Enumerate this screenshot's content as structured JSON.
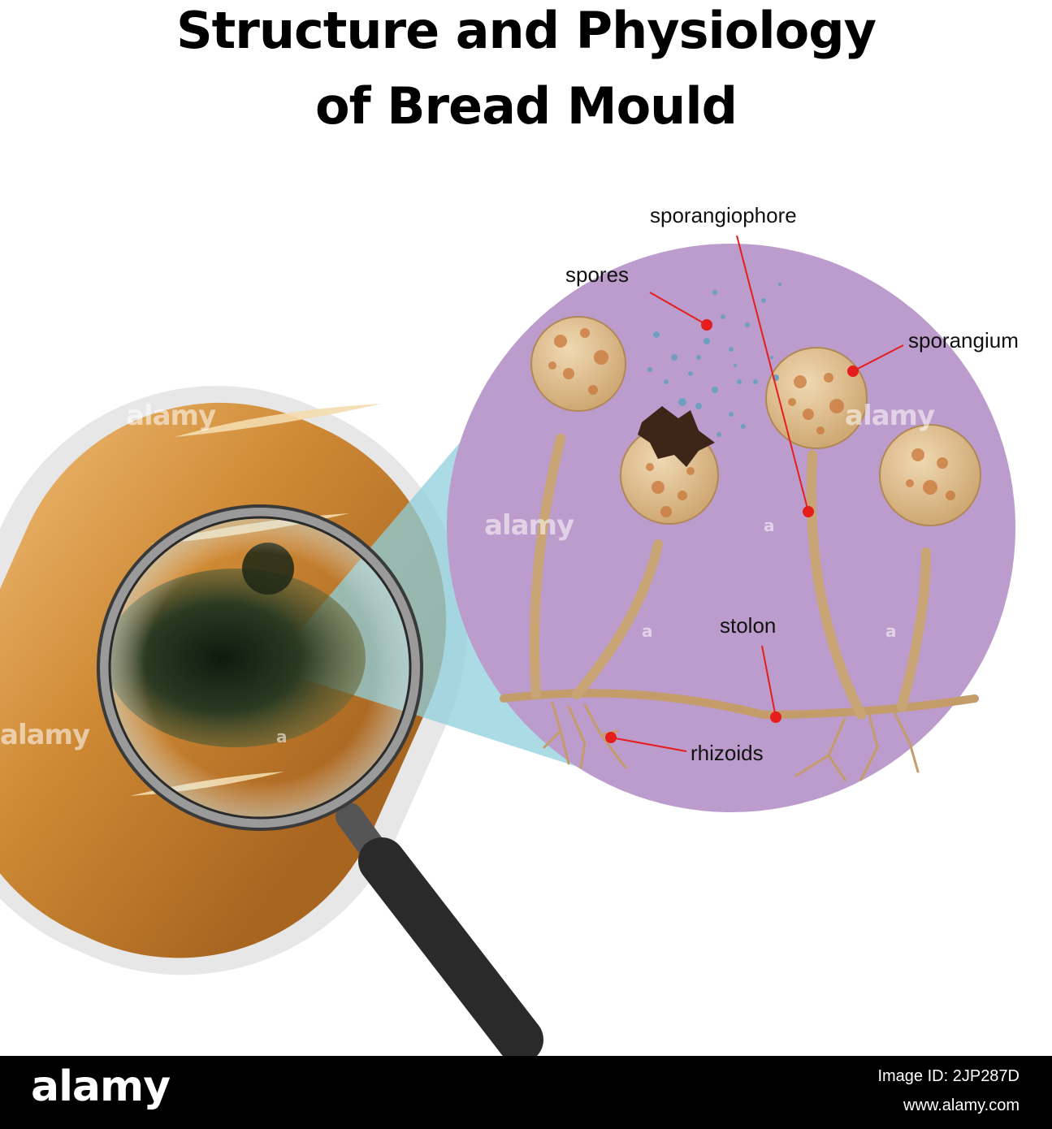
{
  "title": {
    "line1": "Structure and Physiology",
    "line2": "of Bread Mould"
  },
  "labels": {
    "sporangiophore": "sporangiophore",
    "spores": "spores",
    "sporangium": "sporangium",
    "stolon": "stolon",
    "rhizoids": "rhizoids"
  },
  "colors": {
    "bread": "#c8802f",
    "mould": "#1f2a1a",
    "magnified_circle": "#bc9ccc",
    "beam": "#7fc6d6",
    "fungus": "#d8b98c",
    "spore": "#6f9fbf",
    "pointer": "#e51d1d"
  },
  "watermark": {
    "text": "alamy",
    "mark": "a"
  },
  "footer": {
    "brand": "alamy",
    "image_id": "Image ID: 2JP287D",
    "url": "www.alamy.com"
  }
}
